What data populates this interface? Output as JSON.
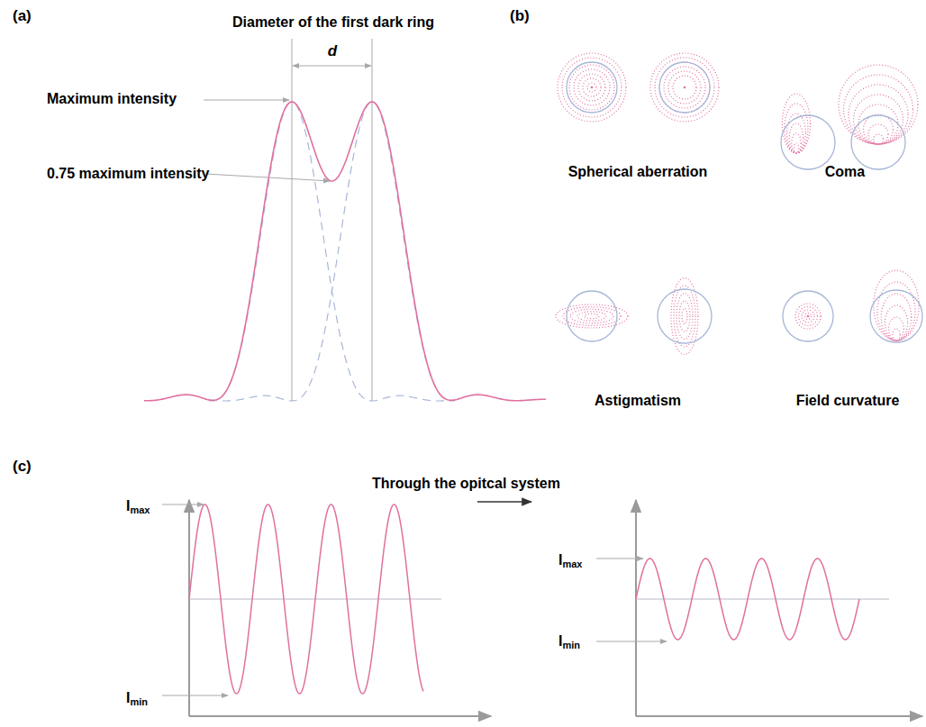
{
  "diagram": {
    "labels": [
      "(a)",
      "Diameter of the first dark ring",
      "d",
      "Maximum intensity",
      "0.75 maximum intensity",
      "(b)",
      "Spherical aberration",
      "Coma",
      "Astigmatism",
      "Field curvature",
      "(c)",
      "Through the opitcal system",
      "Imax",
      "Imin",
      "Imax",
      "Imin"
    ]
  }
}
